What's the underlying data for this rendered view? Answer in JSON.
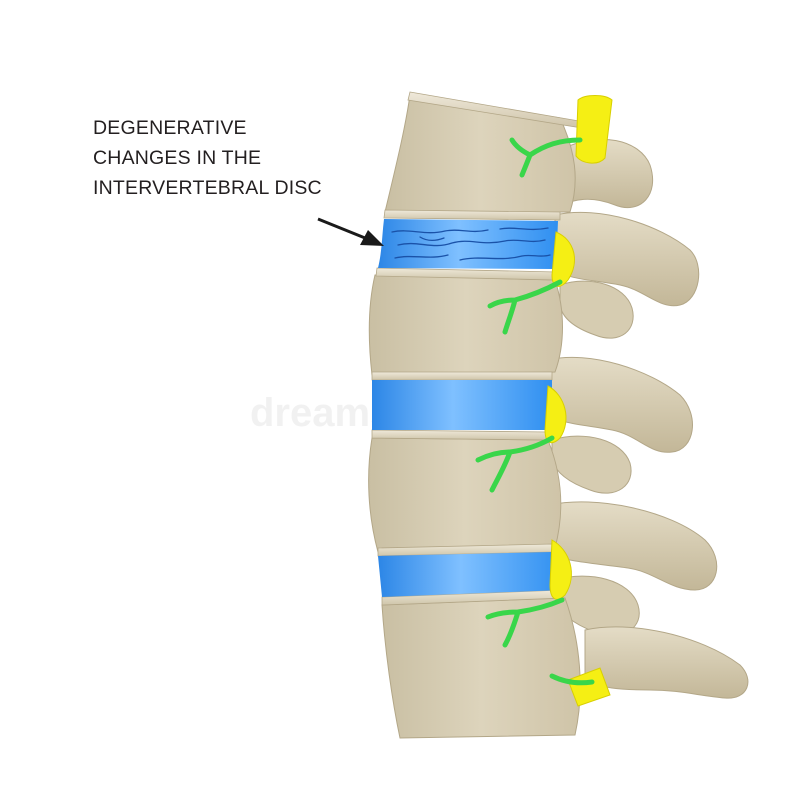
{
  "annotation": {
    "lines": [
      "DEGENERATIVE",
      "CHANGES IN THE",
      "INTERVERTEBRAL DISC"
    ]
  },
  "watermark": {
    "text": "dreamstime"
  },
  "colors": {
    "bone": "#d8ceb4",
    "bone_shadow": "#b9ad8f",
    "disc_blue": "#2f8ff0",
    "disc_highlight": "#8cc6ff",
    "nerve_green": "#39d64a",
    "ligament_yellow": "#f5ef14",
    "arrow": "#1a1a1a"
  },
  "icons": [
    "arrow-icon"
  ]
}
